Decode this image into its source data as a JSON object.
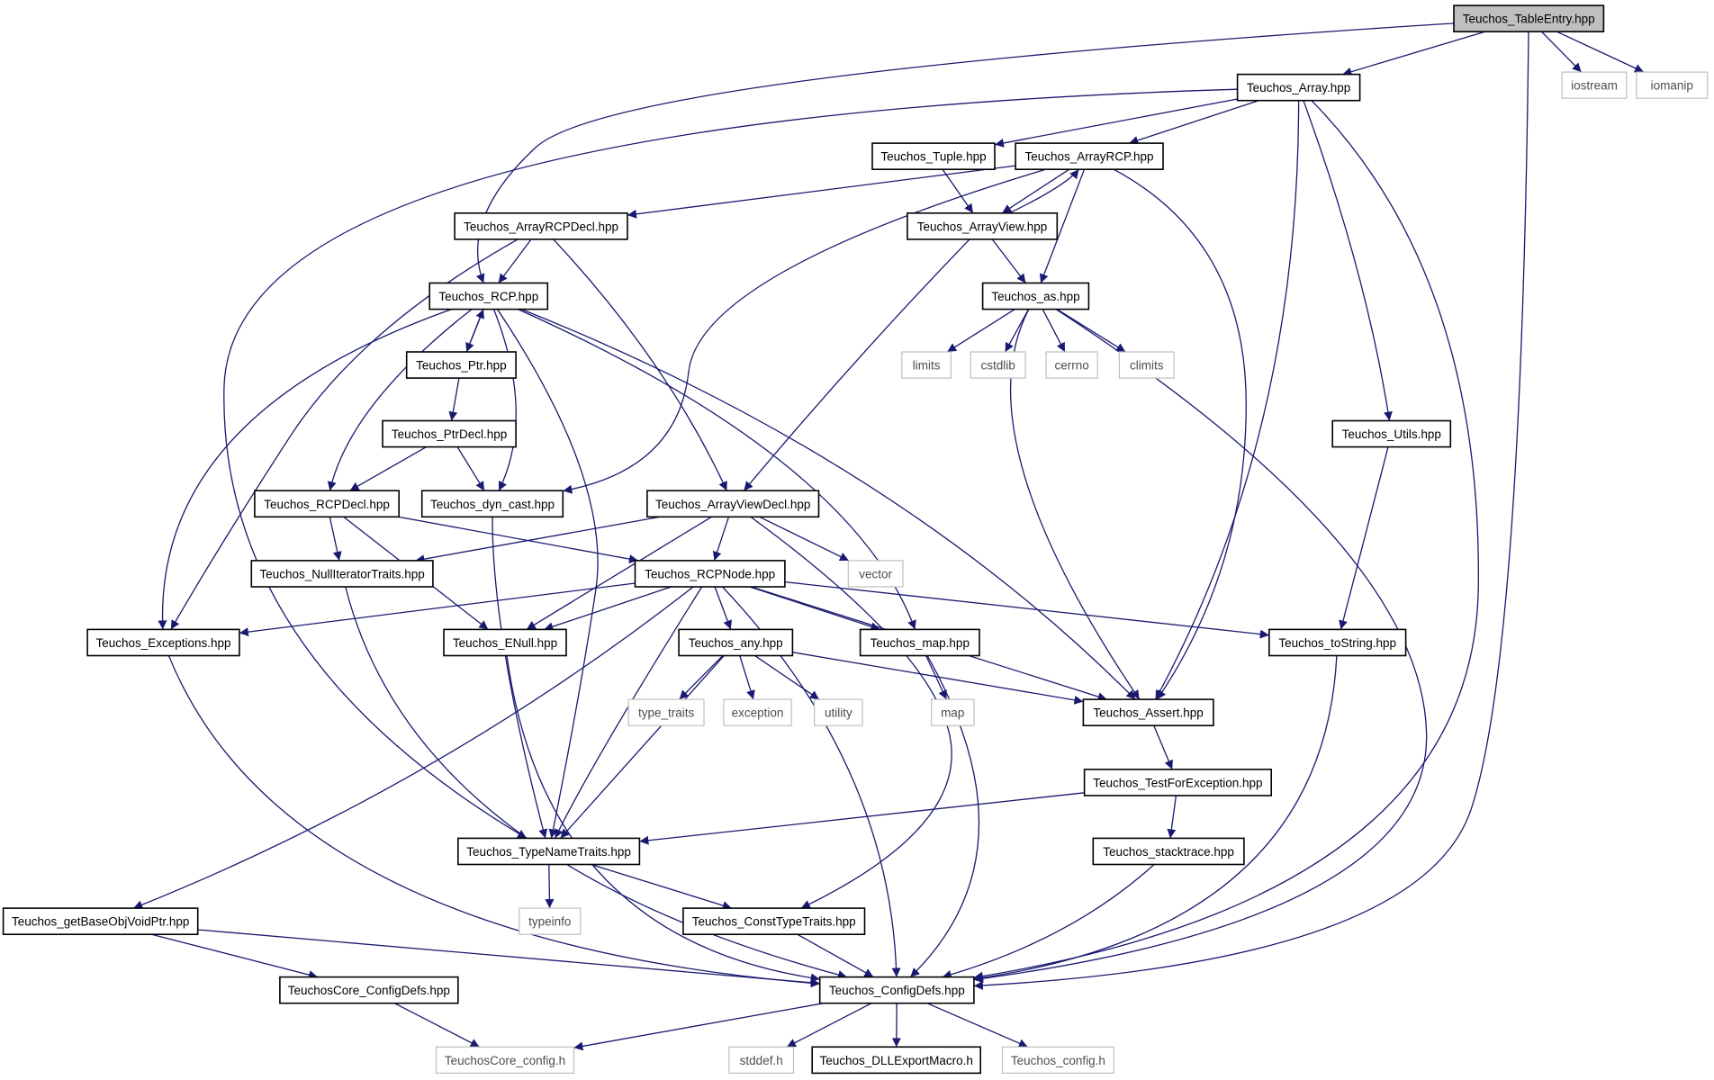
{
  "graph": {
    "nodes": [
      {
        "id": "tableentry",
        "label": "Teuchos_TableEntry.hpp",
        "kind": "root"
      },
      {
        "id": "iostream",
        "label": "iostream",
        "kind": "system"
      },
      {
        "id": "iomanip",
        "label": "iomanip",
        "kind": "system"
      },
      {
        "id": "array",
        "label": "Teuchos_Array.hpp",
        "kind": "header"
      },
      {
        "id": "tuple",
        "label": "Teuchos_Tuple.hpp",
        "kind": "header"
      },
      {
        "id": "arrayrcp",
        "label": "Teuchos_ArrayRCP.hpp",
        "kind": "header"
      },
      {
        "id": "arrayrcpdecl",
        "label": "Teuchos_ArrayRCPDecl.hpp",
        "kind": "header"
      },
      {
        "id": "arrayview",
        "label": "Teuchos_ArrayView.hpp",
        "kind": "header"
      },
      {
        "id": "rcp",
        "label": "Teuchos_RCP.hpp",
        "kind": "header"
      },
      {
        "id": "as",
        "label": "Teuchos_as.hpp",
        "kind": "header"
      },
      {
        "id": "ptr",
        "label": "Teuchos_Ptr.hpp",
        "kind": "header"
      },
      {
        "id": "limits",
        "label": "limits",
        "kind": "system"
      },
      {
        "id": "cstdlib",
        "label": "cstdlib",
        "kind": "system"
      },
      {
        "id": "cerrno",
        "label": "cerrno",
        "kind": "system"
      },
      {
        "id": "climits",
        "label": "climits",
        "kind": "system"
      },
      {
        "id": "ptrdecl",
        "label": "Teuchos_PtrDecl.hpp",
        "kind": "header"
      },
      {
        "id": "utils",
        "label": "Teuchos_Utils.hpp",
        "kind": "header"
      },
      {
        "id": "rcpdecl",
        "label": "Teuchos_RCPDecl.hpp",
        "kind": "header"
      },
      {
        "id": "dyncast",
        "label": "Teuchos_dyn_cast.hpp",
        "kind": "header"
      },
      {
        "id": "arrayviewdecl",
        "label": "Teuchos_ArrayViewDecl.hpp",
        "kind": "header"
      },
      {
        "id": "nulliter",
        "label": "Teuchos_NullIteratorTraits.hpp",
        "kind": "header"
      },
      {
        "id": "rcpnode",
        "label": "Teuchos_RCPNode.hpp",
        "kind": "header"
      },
      {
        "id": "vector",
        "label": "vector",
        "kind": "system"
      },
      {
        "id": "exceptions",
        "label": "Teuchos_Exceptions.hpp",
        "kind": "header"
      },
      {
        "id": "enull",
        "label": "Teuchos_ENull.hpp",
        "kind": "header"
      },
      {
        "id": "any",
        "label": "Teuchos_any.hpp",
        "kind": "header"
      },
      {
        "id": "map",
        "label": "Teuchos_map.hpp",
        "kind": "header"
      },
      {
        "id": "tostring",
        "label": "Teuchos_toString.hpp",
        "kind": "header"
      },
      {
        "id": "type_traits",
        "label": "type_traits",
        "kind": "system"
      },
      {
        "id": "exception",
        "label": "exception",
        "kind": "system"
      },
      {
        "id": "utility",
        "label": "utility",
        "kind": "system"
      },
      {
        "id": "mapsys",
        "label": "map",
        "kind": "system"
      },
      {
        "id": "assert",
        "label": "Teuchos_Assert.hpp",
        "kind": "header"
      },
      {
        "id": "testforexc",
        "label": "Teuchos_TestForException.hpp",
        "kind": "header"
      },
      {
        "id": "typenametraits",
        "label": "Teuchos_TypeNameTraits.hpp",
        "kind": "header"
      },
      {
        "id": "stacktrace",
        "label": "Teuchos_stacktrace.hpp",
        "kind": "header"
      },
      {
        "id": "typeinfo",
        "label": "typeinfo",
        "kind": "system"
      },
      {
        "id": "getbaseobj",
        "label": "Teuchos_getBaseObjVoidPtr.hpp",
        "kind": "header"
      },
      {
        "id": "consttypetraits",
        "label": "Teuchos_ConstTypeTraits.hpp",
        "kind": "header"
      },
      {
        "id": "coreconfigdefs",
        "label": "TeuchosCore_ConfigDefs.hpp",
        "kind": "header"
      },
      {
        "id": "configdefs",
        "label": "Teuchos_ConfigDefs.hpp",
        "kind": "header"
      },
      {
        "id": "coreconfig",
        "label": "TeuchosCore_config.h",
        "kind": "system"
      },
      {
        "id": "stddef",
        "label": "stddef.h",
        "kind": "system"
      },
      {
        "id": "dllexport",
        "label": "Teuchos_DLLExportMacro.h",
        "kind": "header"
      },
      {
        "id": "config",
        "label": "Teuchos_config.h",
        "kind": "system"
      }
    ],
    "edges": [
      {
        "from": "tableentry",
        "to": "iostream"
      },
      {
        "from": "tableentry",
        "to": "iomanip"
      },
      {
        "from": "tableentry",
        "to": "array"
      },
      {
        "from": "tableentry",
        "to": "rcp"
      },
      {
        "from": "tableentry",
        "to": "configdefs"
      },
      {
        "from": "array",
        "to": "tuple"
      },
      {
        "from": "array",
        "to": "arrayrcp"
      },
      {
        "from": "array",
        "to": "typenametraits"
      },
      {
        "from": "array",
        "to": "assert"
      },
      {
        "from": "array",
        "to": "utils"
      },
      {
        "from": "array",
        "to": "configdefs"
      },
      {
        "from": "tuple",
        "to": "arrayview"
      },
      {
        "from": "arrayrcp",
        "to": "arrayrcpdecl"
      },
      {
        "from": "arrayrcp",
        "to": "arrayview"
      },
      {
        "from": "arrayrcp",
        "to": "as"
      },
      {
        "from": "arrayrcp",
        "to": "dyncast"
      },
      {
        "from": "arrayrcp",
        "to": "assert"
      },
      {
        "from": "arrayview",
        "to": "arrayrcp"
      },
      {
        "from": "arrayview",
        "to": "as"
      },
      {
        "from": "arrayview",
        "to": "arrayviewdecl"
      },
      {
        "from": "arrayrcpdecl",
        "to": "rcp"
      },
      {
        "from": "arrayrcpdecl",
        "to": "exceptions"
      },
      {
        "from": "arrayrcpdecl",
        "to": "arrayviewdecl"
      },
      {
        "from": "rcp",
        "to": "ptr"
      },
      {
        "from": "rcp",
        "to": "rcpdecl"
      },
      {
        "from": "rcp",
        "to": "dyncast"
      },
      {
        "from": "rcp",
        "to": "exceptions"
      },
      {
        "from": "rcp",
        "to": "typenametraits"
      },
      {
        "from": "rcp",
        "to": "map"
      },
      {
        "from": "rcp",
        "to": "assert"
      },
      {
        "from": "ptr",
        "to": "rcp"
      },
      {
        "from": "ptr",
        "to": "ptrdecl"
      },
      {
        "from": "ptrdecl",
        "to": "rcpdecl"
      },
      {
        "from": "ptrdecl",
        "to": "dyncast"
      },
      {
        "from": "as",
        "to": "limits"
      },
      {
        "from": "as",
        "to": "cstdlib"
      },
      {
        "from": "as",
        "to": "cerrno"
      },
      {
        "from": "as",
        "to": "climits"
      },
      {
        "from": "as",
        "to": "assert"
      },
      {
        "from": "as",
        "to": "configdefs"
      },
      {
        "from": "utils",
        "to": "tostring"
      },
      {
        "from": "rcpdecl",
        "to": "nulliter"
      },
      {
        "from": "rcpdecl",
        "to": "rcpnode"
      },
      {
        "from": "rcpdecl",
        "to": "enull"
      },
      {
        "from": "dyncast",
        "to": "typenametraits"
      },
      {
        "from": "arrayviewdecl",
        "to": "nulliter"
      },
      {
        "from": "arrayviewdecl",
        "to": "rcpnode"
      },
      {
        "from": "arrayviewdecl",
        "to": "enull"
      },
      {
        "from": "arrayviewdecl",
        "to": "vector"
      },
      {
        "from": "arrayviewdecl",
        "to": "consttypetraits"
      },
      {
        "from": "nulliter",
        "to": "configdefs"
      },
      {
        "from": "rcpnode",
        "to": "exceptions"
      },
      {
        "from": "rcpnode",
        "to": "enull"
      },
      {
        "from": "rcpnode",
        "to": "any"
      },
      {
        "from": "rcpnode",
        "to": "map"
      },
      {
        "from": "rcpnode",
        "to": "tostring"
      },
      {
        "from": "rcpnode",
        "to": "assert"
      },
      {
        "from": "rcpnode",
        "to": "typenametraits"
      },
      {
        "from": "rcpnode",
        "to": "getbaseobj"
      },
      {
        "from": "rcpnode",
        "to": "configdefs"
      },
      {
        "from": "exceptions",
        "to": "configdefs"
      },
      {
        "from": "enull",
        "to": "configdefs"
      },
      {
        "from": "any",
        "to": "type_traits"
      },
      {
        "from": "any",
        "to": "exception"
      },
      {
        "from": "any",
        "to": "utility"
      },
      {
        "from": "any",
        "to": "assert"
      },
      {
        "from": "any",
        "to": "typenametraits"
      },
      {
        "from": "map",
        "to": "mapsys"
      },
      {
        "from": "map",
        "to": "configdefs"
      },
      {
        "from": "tostring",
        "to": "configdefs"
      },
      {
        "from": "assert",
        "to": "testforexc"
      },
      {
        "from": "testforexc",
        "to": "typenametraits"
      },
      {
        "from": "testforexc",
        "to": "stacktrace"
      },
      {
        "from": "stacktrace",
        "to": "configdefs"
      },
      {
        "from": "typenametraits",
        "to": "typeinfo"
      },
      {
        "from": "typenametraits",
        "to": "consttypetraits"
      },
      {
        "from": "getbaseobj",
        "to": "coreconfigdefs"
      },
      {
        "from": "getbaseobj",
        "to": "configdefs"
      },
      {
        "from": "consttypetraits",
        "to": "configdefs"
      },
      {
        "from": "coreconfigdefs",
        "to": "coreconfig"
      },
      {
        "from": "configdefs",
        "to": "coreconfig"
      },
      {
        "from": "configdefs",
        "to": "stddef"
      },
      {
        "from": "configdefs",
        "to": "dllexport"
      },
      {
        "from": "configdefs",
        "to": "config"
      }
    ],
    "colors": {
      "edge": "#191970",
      "root_fill": "#bfbfbf",
      "header_border": "#000000",
      "system_border": "#bfbfbf",
      "system_text": "#4d4d4d"
    }
  }
}
